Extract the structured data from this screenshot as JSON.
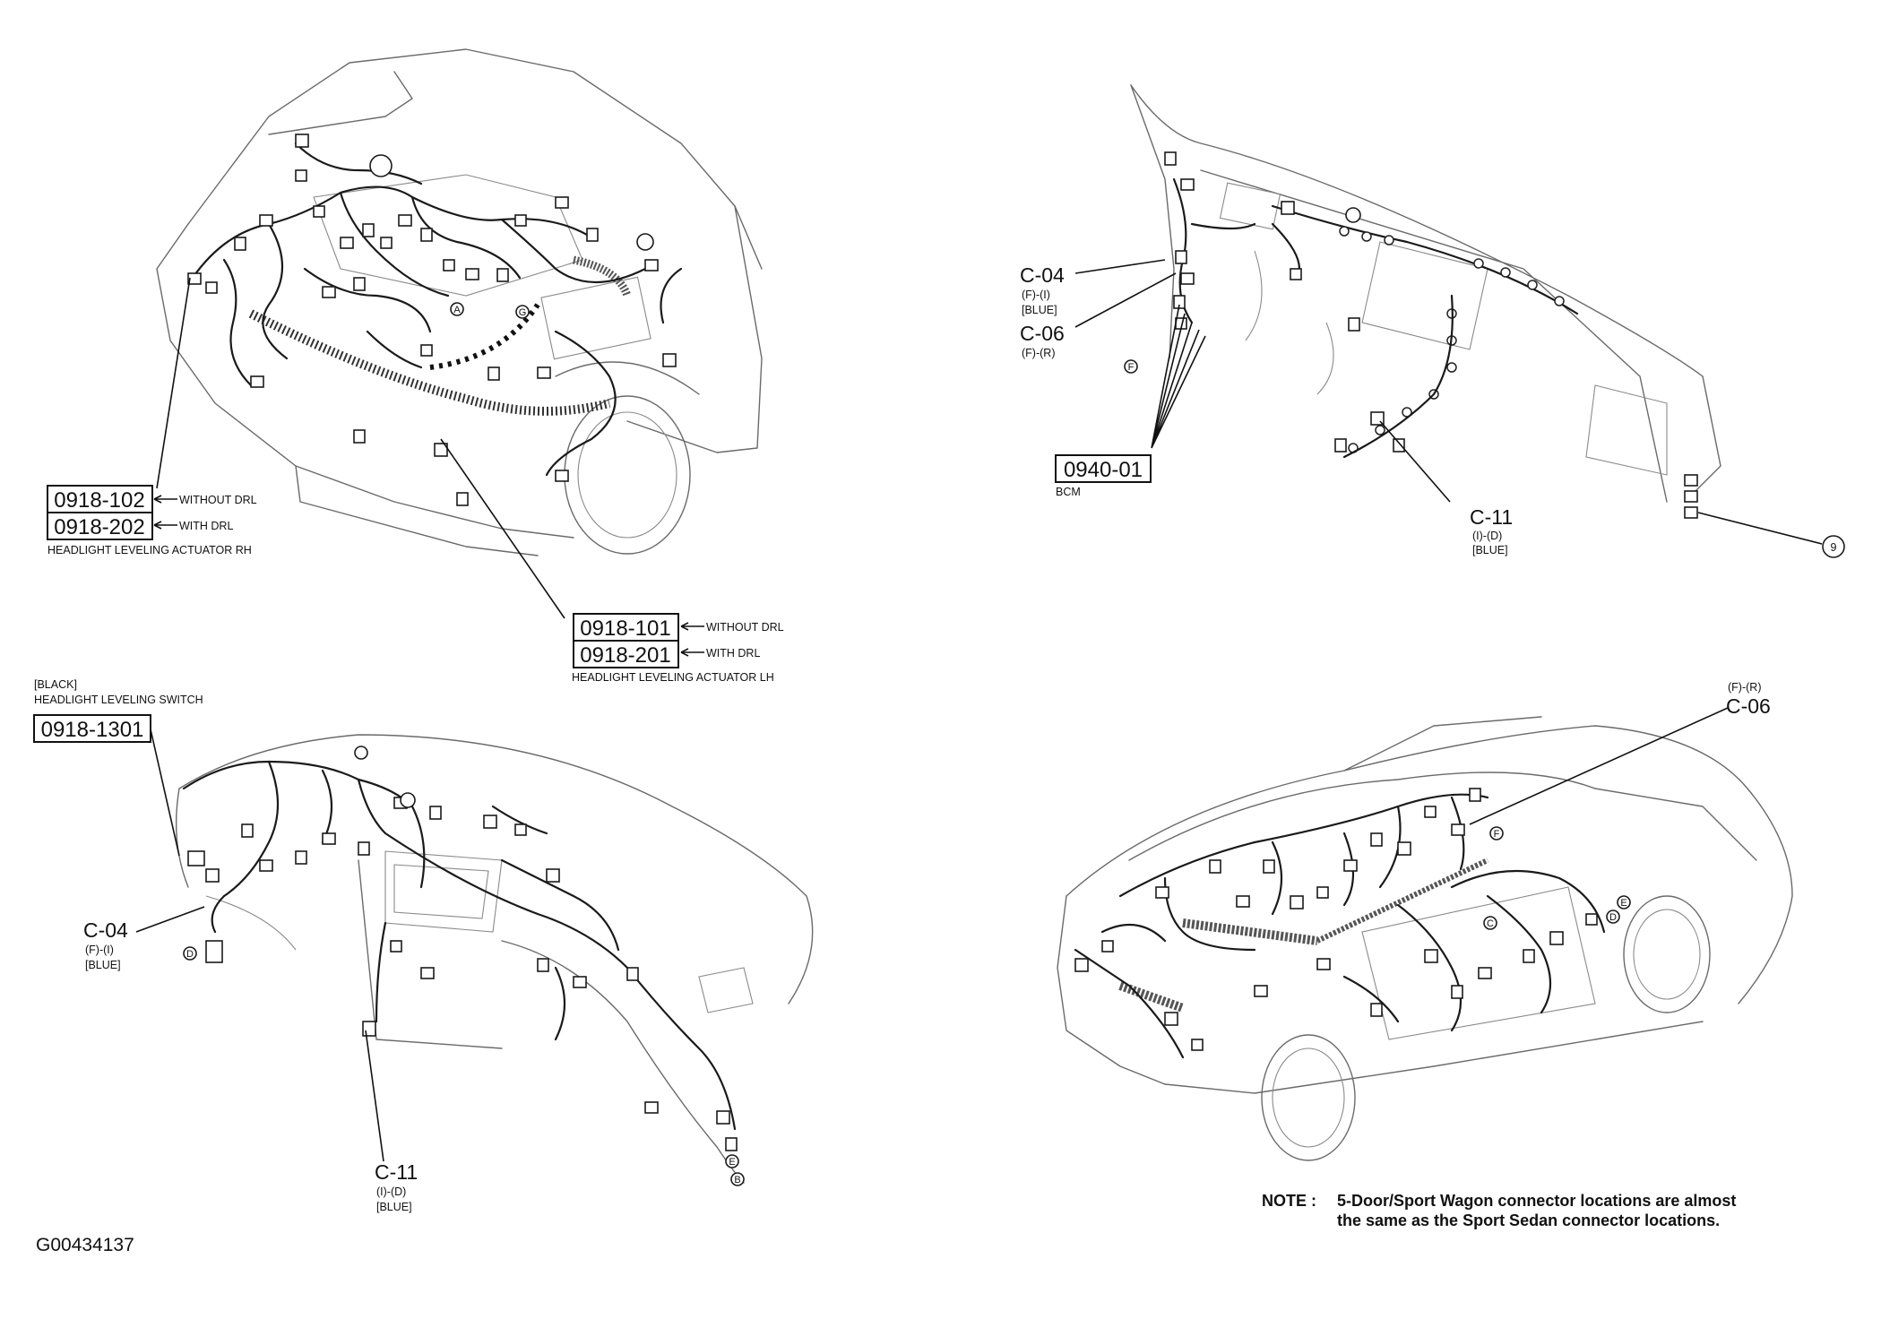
{
  "top_left": {
    "rh_code_1": "0918-102",
    "rh_note_1": "WITHOUT DRL",
    "rh_code_2": "0918-202",
    "rh_note_2": "WITH DRL",
    "rh_caption": "HEADLIGHT LEVELING ACTUATOR RH",
    "lh_code_1": "0918-101",
    "lh_note_1": "WITHOUT DRL",
    "lh_code_2": "0918-201",
    "lh_note_2": "WITH DRL",
    "lh_caption": "HEADLIGHT LEVELING ACTUATOR LH",
    "marker_a": "A",
    "marker_g": "G"
  },
  "top_right": {
    "c04_label": "C-04",
    "c04_pos": "(F)-(I)",
    "c04_color": "[BLUE]",
    "c06_label": "C-06",
    "c06_pos": "(F)-(R)",
    "marker_f": "F",
    "bcm_code": "0940-01",
    "bcm_caption": "BCM",
    "c11_label": "C-11",
    "c11_pos": "(I)-(D)",
    "c11_color": "[BLUE]",
    "marker_9": "9"
  },
  "bottom_left": {
    "switch_color": "[BLACK]",
    "switch_caption": "HEADLIGHT LEVELING SWITCH",
    "switch_code": "0918-1301",
    "c04_label": "C-04",
    "c04_pos": "(F)-(I)",
    "c04_color": "[BLUE]",
    "marker_d": "D",
    "c11_label": "C-11",
    "c11_pos": "(I)-(D)",
    "c11_color": "[BLUE]",
    "marker_e": "E",
    "marker_b": "B"
  },
  "bottom_right": {
    "c06_pos": "(F)-(R)",
    "c06_label": "C-06",
    "marker_f": "F",
    "marker_e": "E",
    "marker_d": "D",
    "marker_c": "C"
  },
  "note_label": "NOTE :",
  "note_line_1": "5-Door/Sport Wagon connector locations are almost",
  "note_line_2": "the same as the Sport Sedan connector locations.",
  "figure_id": "G00434137"
}
